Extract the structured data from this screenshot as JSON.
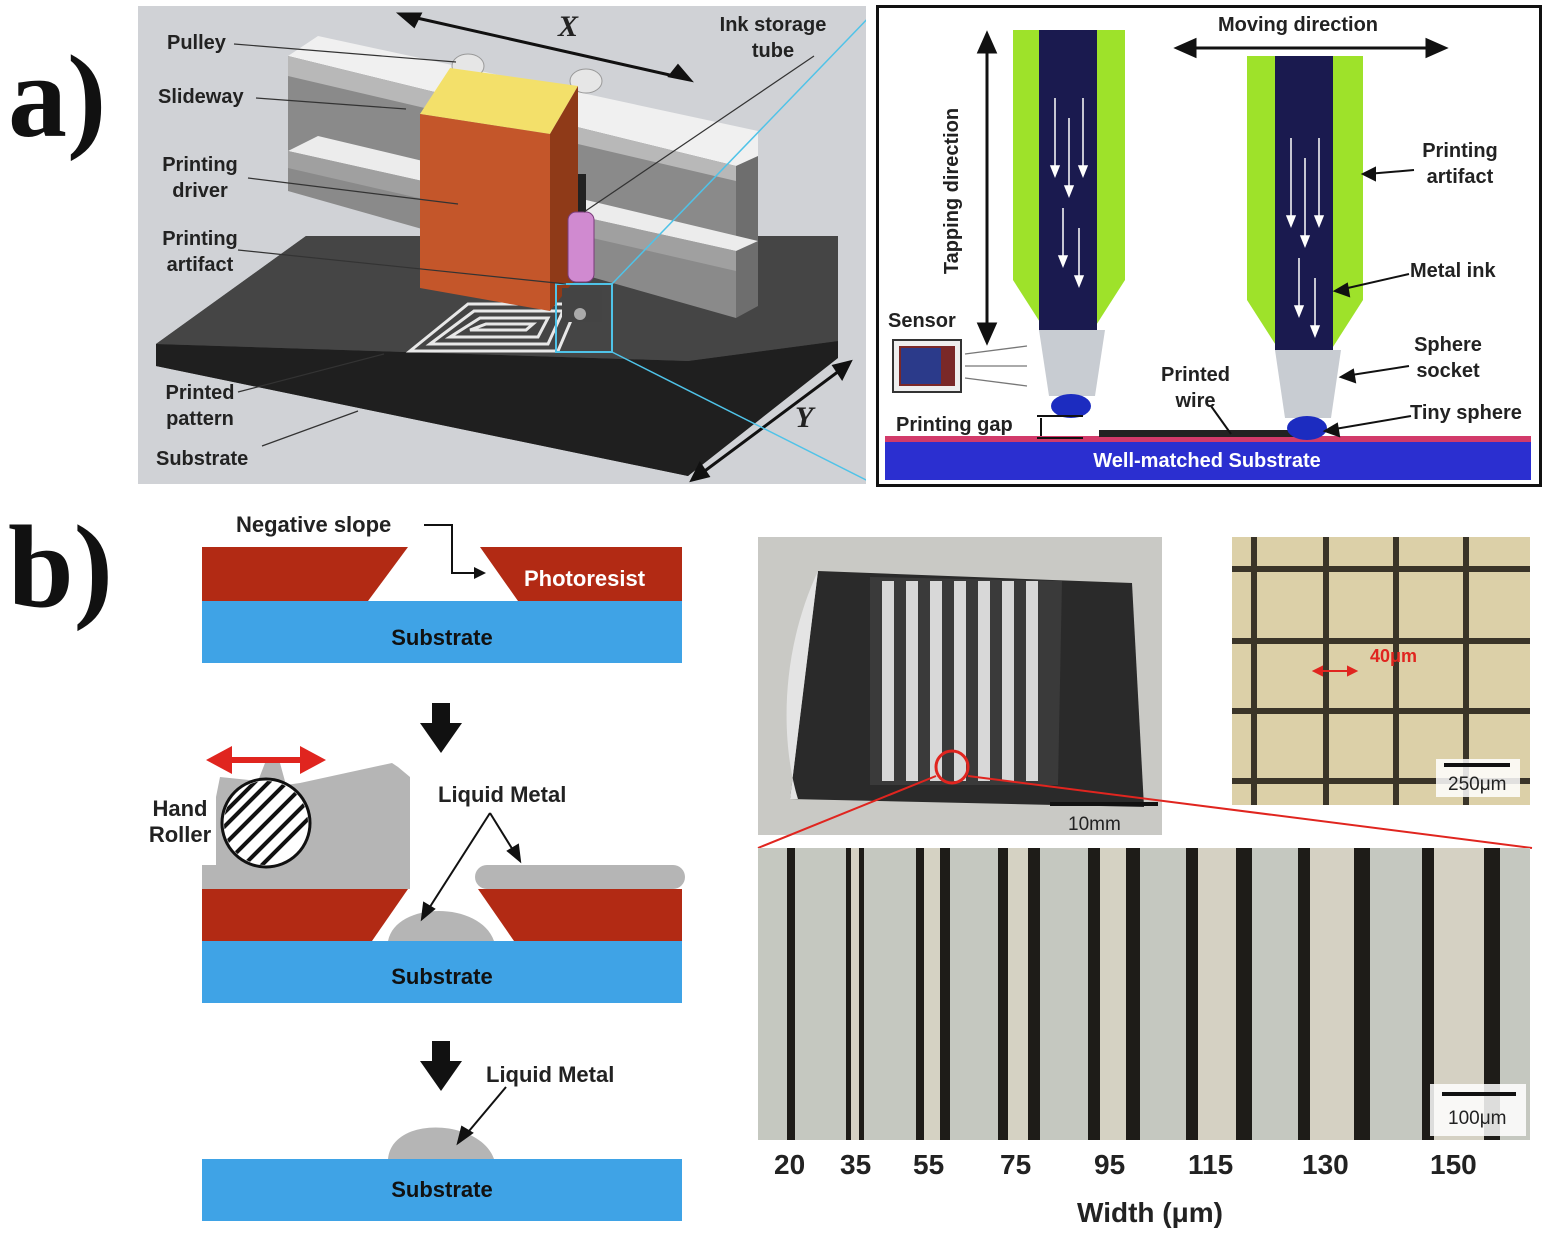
{
  "panel_a": {
    "letter": "a)",
    "machine": {
      "axis_x": "X",
      "axis_y": "Y",
      "labels": {
        "pulley": "Pulley",
        "slideway": "Slideway",
        "printing_driver": "Printing driver",
        "printing_artifact": "Printing artifact",
        "printed_pattern": "Printed pattern",
        "substrate": "Substrate",
        "ink_storage_tube": "Ink storage tube"
      }
    },
    "detail": {
      "moving_direction": "Moving direction",
      "tapping_direction": "Tapping direction",
      "sensor": "Sensor",
      "printing_gap": "Printing gap",
      "printed_wire": "Printed wire",
      "printing_artifact": "Printing artifact",
      "metal_ink": "Metal ink",
      "sphere_socket": "Sphere socket",
      "tiny_sphere": "Tiny sphere",
      "substrate": "Well-matched Substrate"
    }
  },
  "panel_b": {
    "letter": "b)",
    "process": {
      "negative_slope": "Negative slope",
      "photoresist": "Photoresist",
      "substrate": "Substrate",
      "hand_roller": "Hand Roller",
      "liquid_metal": "Liquid Metal"
    },
    "photos": {
      "scale_10mm": "10mm",
      "scale_250um": "250μm",
      "dim_40um": "40μm",
      "scale_100um": "100μm"
    },
    "widths": {
      "values": [
        "20",
        "35",
        "55",
        "75",
        "95",
        "115",
        "130",
        "150"
      ],
      "axis_label": "Width (μm)"
    }
  },
  "colors": {
    "photoresist": "#b22a14",
    "substrate_blue": "#3fa3e6",
    "liquid_metal": "#b5b5b5",
    "artifact_green": "#9ee22a",
    "ink_navy": "#1a1a4f",
    "well_matched_substrate": "#2b2fd0",
    "arrow_red": "#e0251f"
  }
}
